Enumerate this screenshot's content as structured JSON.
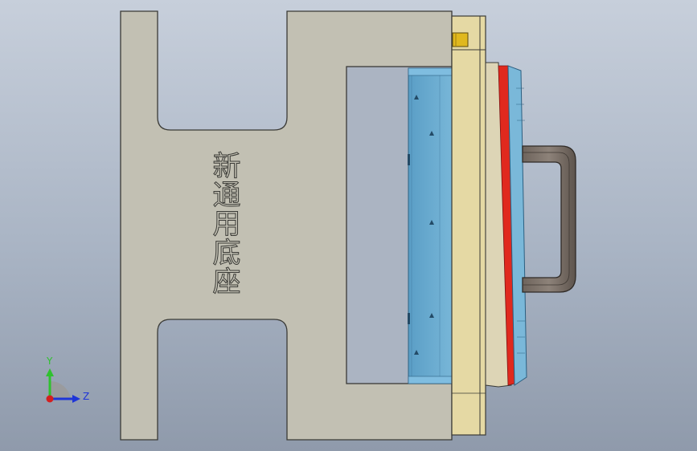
{
  "part_label": "新通用底座",
  "triad": {
    "y_label": "Y",
    "z_label": "Z",
    "y_color": "#2fc12f",
    "z_color": "#1e35d8",
    "origin_color": "#d41f1f"
  },
  "colors": {
    "background_top": "#c7cfdb",
    "background_bottom": "#8f9aab",
    "base_plate": "#c2c0b3",
    "base_edge": "#3a3a36",
    "guide_plate": "#e5d9a4",
    "blue_block": "#6aa9cc",
    "red_strip": "#e0291e",
    "handle": "#7a6f66",
    "bolt": "#e0b81e"
  }
}
